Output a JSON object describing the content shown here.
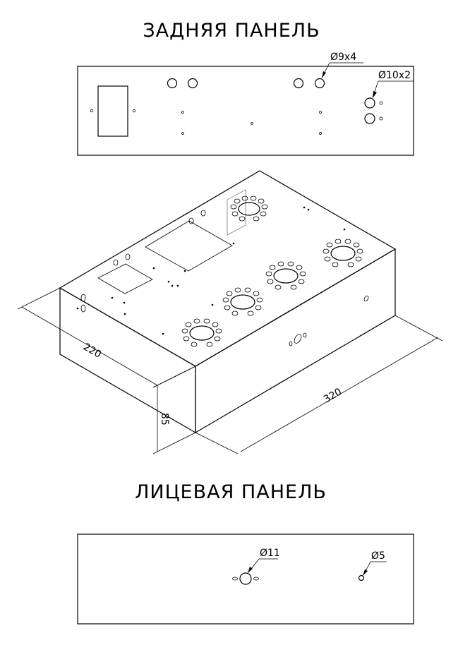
{
  "rear_panel": {
    "title": "ЗАДНЯЯ ПАНЕЛЬ",
    "callout_holes_9": "Ø9x4",
    "callout_holes_10": "Ø10x2"
  },
  "chassis": {
    "depth_label": "220",
    "width_label": "320",
    "height_label": "85"
  },
  "front_panel": {
    "title": "ЛИЦЕВАЯ ПАНЕЛЬ",
    "callout_hole_11": "Ø11",
    "callout_hole_5": "Ø5"
  }
}
